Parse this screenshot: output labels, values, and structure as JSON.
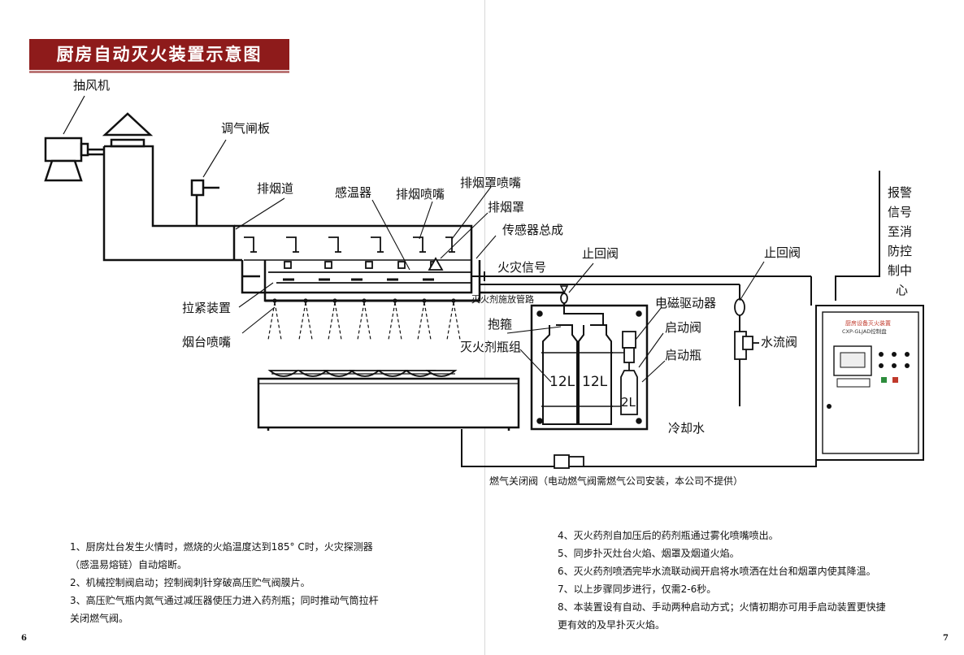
{
  "title": "厨房自动灭火装置示意图",
  "labels": {
    "fan": "抽风机",
    "damper": "调气闸板",
    "flue": "排烟道",
    "sensor": "感温器",
    "flue_nozzle": "排烟喷嘴",
    "hood_nozzle": "排烟罩喷嘴",
    "hood": "排烟罩",
    "sensor_assembly": "传感器总成",
    "fire_signal": "火灾信号",
    "agent_pipe": "灭火剂施放管路",
    "check_valve_1": "止回阀",
    "check_valve_2": "止回阀",
    "tension_device": "拉紧装置",
    "stove_nozzle": "烟台喷嘴",
    "clamp": "抱箍",
    "cylinder_group": "灭火剂瓶组",
    "solenoid_driver": "电磁驱动器",
    "start_valve": "启动阀",
    "start_bottle": "启动瓶",
    "water_flow_valve": "水流阀",
    "cooling_water": "冷却水",
    "alarm_signal": [
      "报警",
      "信号",
      "至消",
      "防控",
      "制中",
      "心"
    ],
    "gas_shutoff": "燃气关闭阀（电动燃气阀需燃气公司安装，本公司不提供）",
    "cylinder_1": "12L",
    "cylinder_2": "12L",
    "start_cylinder": "2L",
    "panel_title": "厨房设备灭火装置",
    "panel_model": "CXP-GLJAD控制盘"
  },
  "steps_left": [
    "1、厨房灶台发生火情时，燃烧的火焰温度达到185° C时，火灾探测器",
    "（感温易熔链）自动熔断。",
    "2、机械控制阀启动；控制阀刺针穿破高压贮气阀膜片。",
    "3、高压贮气瓶内氮气通过减压器使压力进入药剂瓶；同时推动气筒拉杆",
    "关闭燃气阀。"
  ],
  "steps_right": [
    "4、灭火药剂自加压后的药剂瓶通过雾化喷嘴喷出。",
    "5、同步扑灭灶台火焰、烟罩及烟道火焰。",
    "6、灭火药剂喷洒完毕水流联动阀开启将水喷洒在灶台和烟罩内使其降温。",
    "7、以上步骤同步进行，仅需2-6秒。",
    "8、本装置设有自动、手动两种启动方式；火情初期亦可用手启动装置更快捷",
    "更有效的及早扑灭火焰。"
  ],
  "page_left": "6",
  "page_right": "7"
}
